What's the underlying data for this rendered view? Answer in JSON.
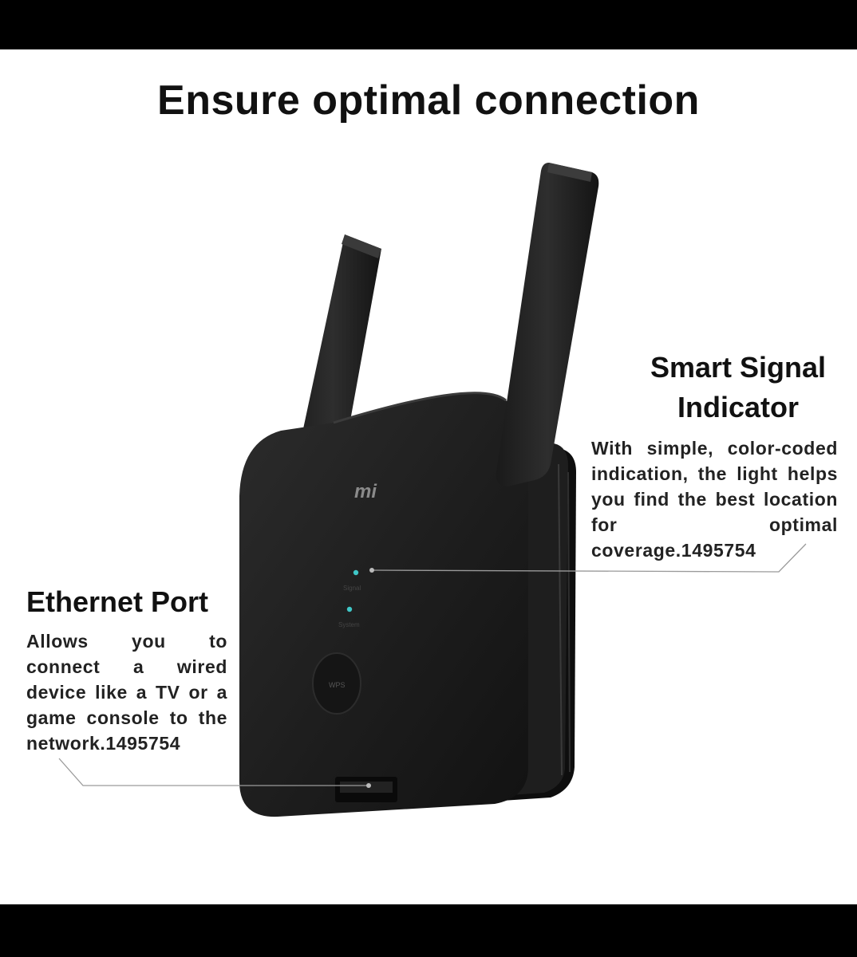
{
  "headline": "Ensure optimal connection",
  "features": {
    "signal": {
      "title_line1": "Smart Signal",
      "title_line2": "Indicator",
      "body": "With simple, color-coded indication, the light helps you find the best location for optimal coverage.1495754"
    },
    "ethernet": {
      "title": "Ethernet Port",
      "body": "Allows you to connect a wired device like a TV or a game console to the network.1495754"
    },
    "device": {
      "logo": "mi",
      "led_labels": [
        "Signal",
        "System"
      ],
      "button_label": "WPS"
    }
  },
  "colors": {
    "background": "#ffffff",
    "frame": "#000000",
    "device_body": "#1b1b1b",
    "led": "#3fc7c7",
    "text": "#111111"
  }
}
